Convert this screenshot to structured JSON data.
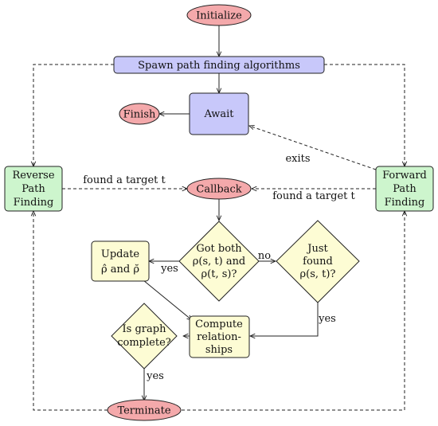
{
  "colors": {
    "red_fill": "#f4a9ab",
    "blue_fill": "#c8c8fa",
    "green_fill": "#cdf5cd",
    "yellow_fill": "#fdfcd4",
    "stroke": "#222222"
  },
  "nodes": {
    "initialize": "Initialize",
    "spawn": "Spawn path finding algorithms",
    "await": "Await",
    "finish": "Finish",
    "reverse": [
      "Reverse",
      "Path",
      "Finding"
    ],
    "forward": [
      "Forward",
      "Path",
      "Finding"
    ],
    "callback": "Callback",
    "got_both": [
      "Got both",
      "ρ(s, t) and",
      "ρ(t, s)?"
    ],
    "just_found": [
      "Just",
      "found",
      "ρ(s, t)?"
    ],
    "update": [
      "Update",
      "ρ̂ and ρ̆"
    ],
    "compute": [
      "Compute",
      "relation-",
      "ships"
    ],
    "is_graph": [
      "Is graph",
      "complete?"
    ],
    "terminate": "Terminate"
  },
  "edge_labels": {
    "exits": "exits",
    "found_left": "found a target t",
    "found_right": "found a target t",
    "no": "no",
    "yes_update": "yes",
    "yes_compute": "yes",
    "yes_terminate": "yes"
  }
}
